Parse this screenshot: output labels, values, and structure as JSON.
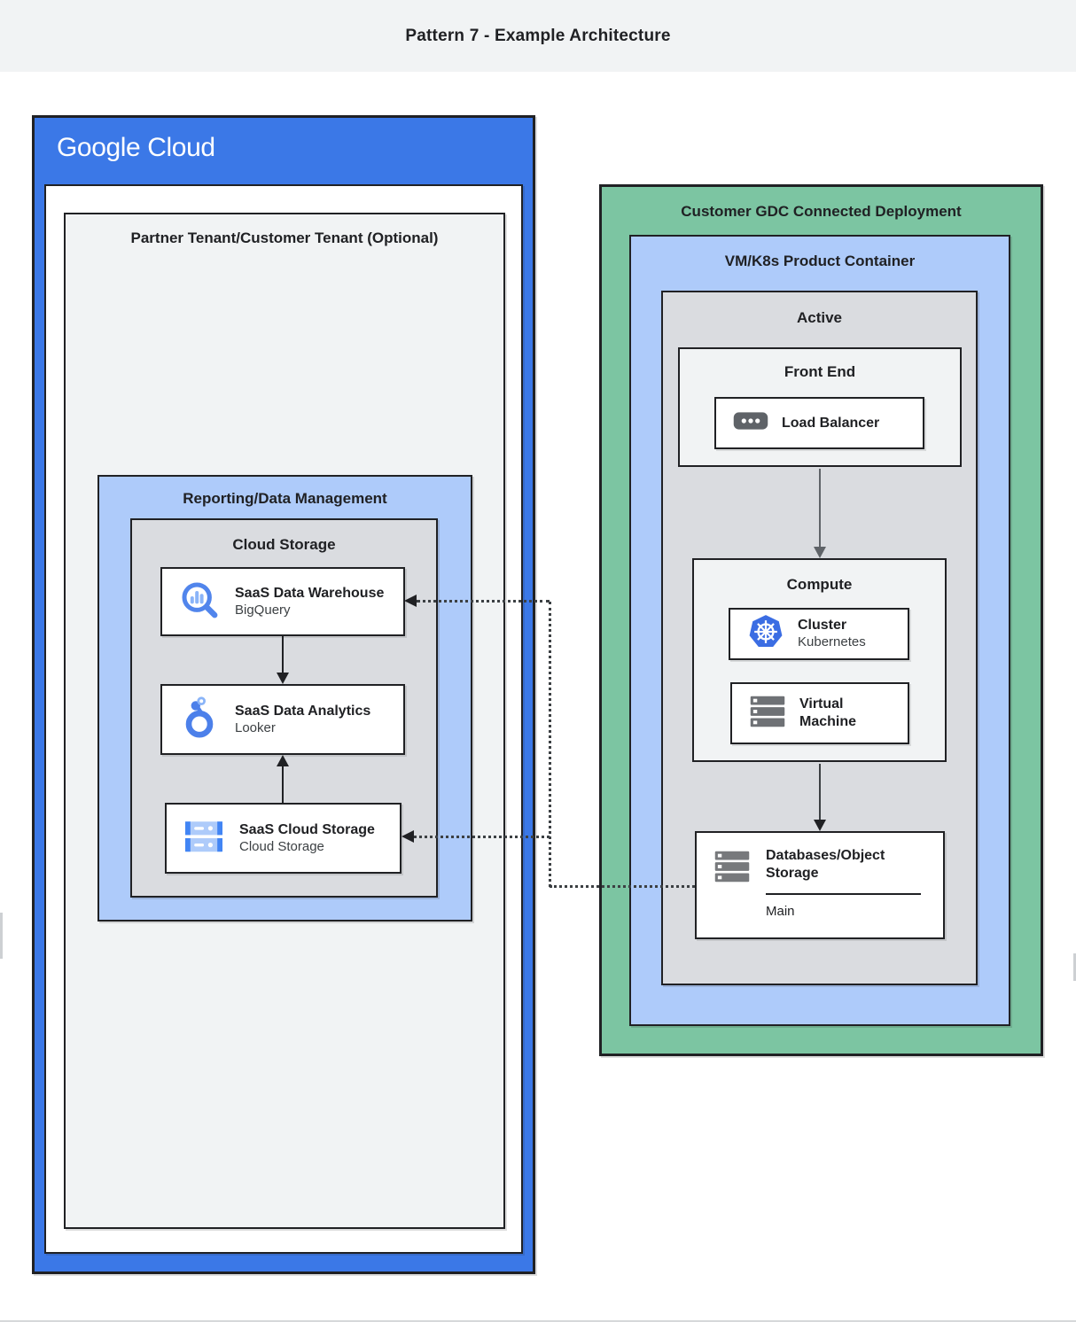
{
  "page": {
    "title": "Pattern 7 - Example Architecture"
  },
  "colors": {
    "google_blue": "#3b78e7",
    "light_blue": "#aecbfa",
    "green": "#7cc5a2",
    "gray": "#dadce0",
    "light_gray": "#f1f3f4",
    "border": "#202124",
    "icon_blue": "#4285f4",
    "icon_gray": "#5f6368"
  },
  "google_cloud": {
    "logo": "Google Cloud",
    "partner_tenant_label": "Partner Tenant/Customer Tenant (Optional)",
    "reporting_label": "Reporting/Data Management",
    "cloud_storage_group_label": "Cloud Storage",
    "cards": {
      "warehouse": {
        "title": "SaaS Data Warehouse",
        "subtitle": "BigQuery",
        "icon": "bigquery-icon"
      },
      "analytics": {
        "title": "SaaS Data Analytics",
        "subtitle": "Looker",
        "icon": "looker-icon"
      },
      "storage": {
        "title": "SaaS Cloud Storage",
        "subtitle": "Cloud Storage",
        "icon": "cloud-storage-icon"
      }
    }
  },
  "gdc": {
    "label": "Customer GDC Connected Deployment",
    "vmk8s_label": "VM/K8s Product Container",
    "active_label": "Active",
    "front_end": {
      "label": "Front End",
      "load_balancer": {
        "title": "Load Balancer",
        "icon": "load-balancer-icon"
      }
    },
    "compute": {
      "label": "Compute",
      "cluster": {
        "title": "Cluster",
        "subtitle": "Kubernetes",
        "icon": "kubernetes-icon"
      },
      "vm": {
        "title": "Virtual Machine",
        "icon": "virtual-machine-icon"
      }
    },
    "databases": {
      "title": "Databases/Object Storage",
      "footer": "Main",
      "icon": "databases-icon"
    }
  }
}
